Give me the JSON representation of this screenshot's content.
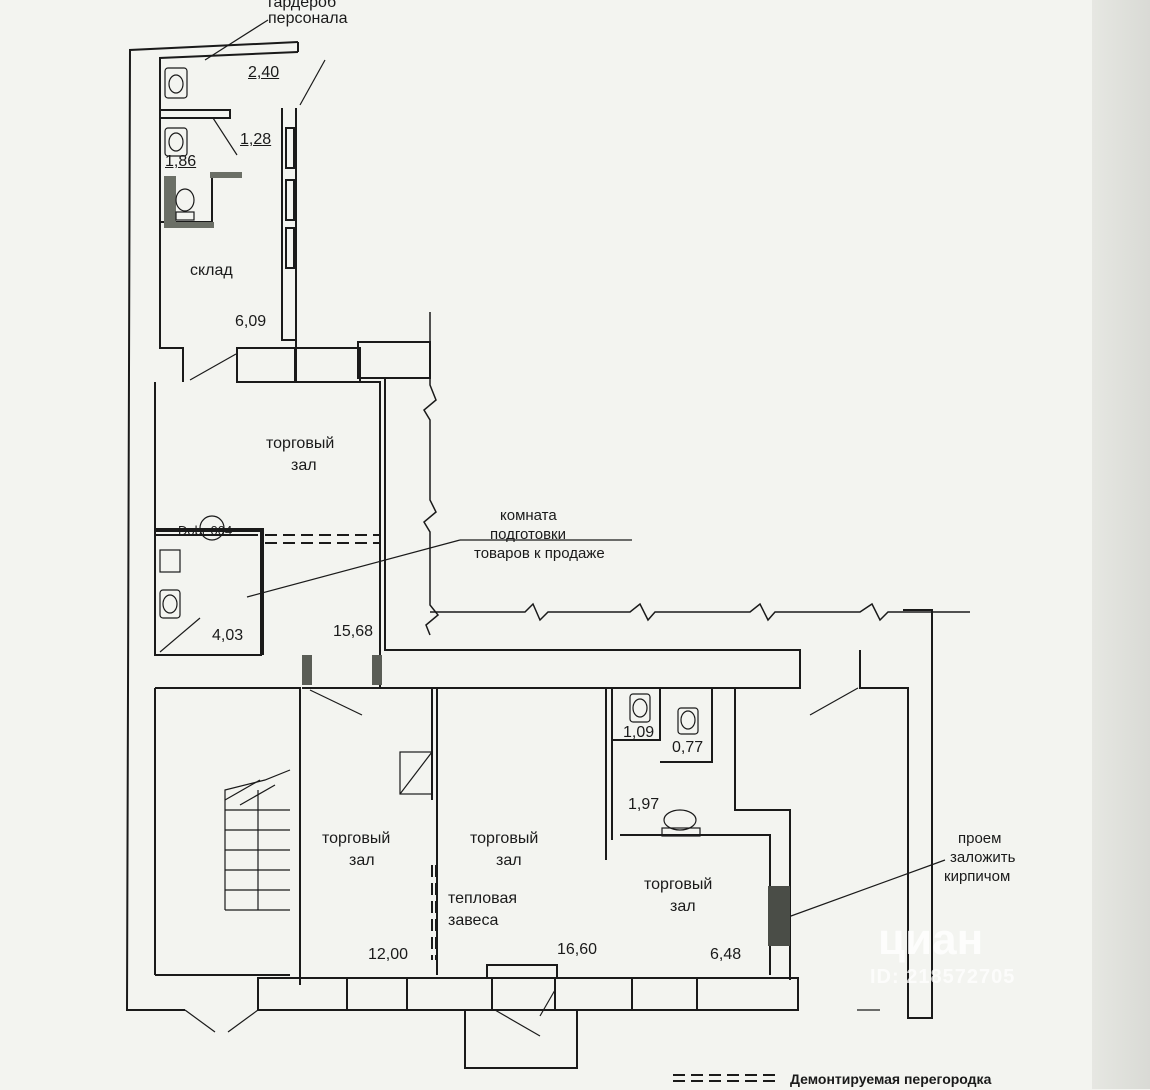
{
  "labels": {
    "staff_wardrobe_line1": "гардероб",
    "staff_wardrobe_line2": "персонала",
    "storage": "склад",
    "sales_hall": "торговый",
    "sales_hall_2": "зал",
    "prep_room_line1": "комната",
    "prep_room_line2": "подготовки",
    "prep_room_line3": "товаров к продаже",
    "heat_curtain_line1": "тепловая",
    "heat_curtain_line2": "завеса",
    "opening_line1": "проем",
    "opening_line2": "заложить",
    "opening_line3": "кирпичом",
    "door_tag": "Dobr-004",
    "legend_text": "Демонтируемая перегородка"
  },
  "areas": {
    "wardrobe": "2,40",
    "corridor": "1,28",
    "wc_top": "1,86",
    "storage": "6,09",
    "wc_left": "4,03",
    "hall_upper": "15,68",
    "hall_left": "12,00",
    "hall_middle": "16,60",
    "wc_a": "1,09",
    "wc_b": "0,77",
    "wc_c": "1,97",
    "hall_right": "6,48"
  },
  "watermark": {
    "brand": "циан",
    "id": "ID: 218572705"
  },
  "colors": {
    "wall": "#1a1a1a",
    "paper": "#f3f4f0",
    "partition_fill": "#6b6f66",
    "to_brick": "#4a4d47"
  }
}
